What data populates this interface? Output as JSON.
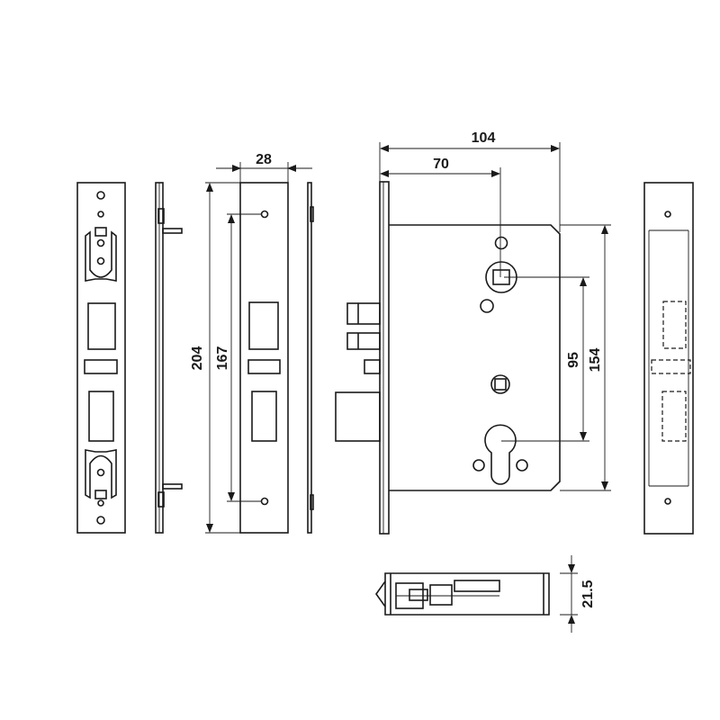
{
  "title": "Mortise lock technical drawing",
  "dimensions": {
    "case_width": "104",
    "backset": "70",
    "faceplate_width": "28",
    "faceplate_length": "204",
    "screw_spacing": "167",
    "center_distance": "95",
    "case_height": "154",
    "case_thickness": "21.5"
  },
  "colors": {
    "line": "#1a1a1a",
    "background": "#ffffff"
  }
}
